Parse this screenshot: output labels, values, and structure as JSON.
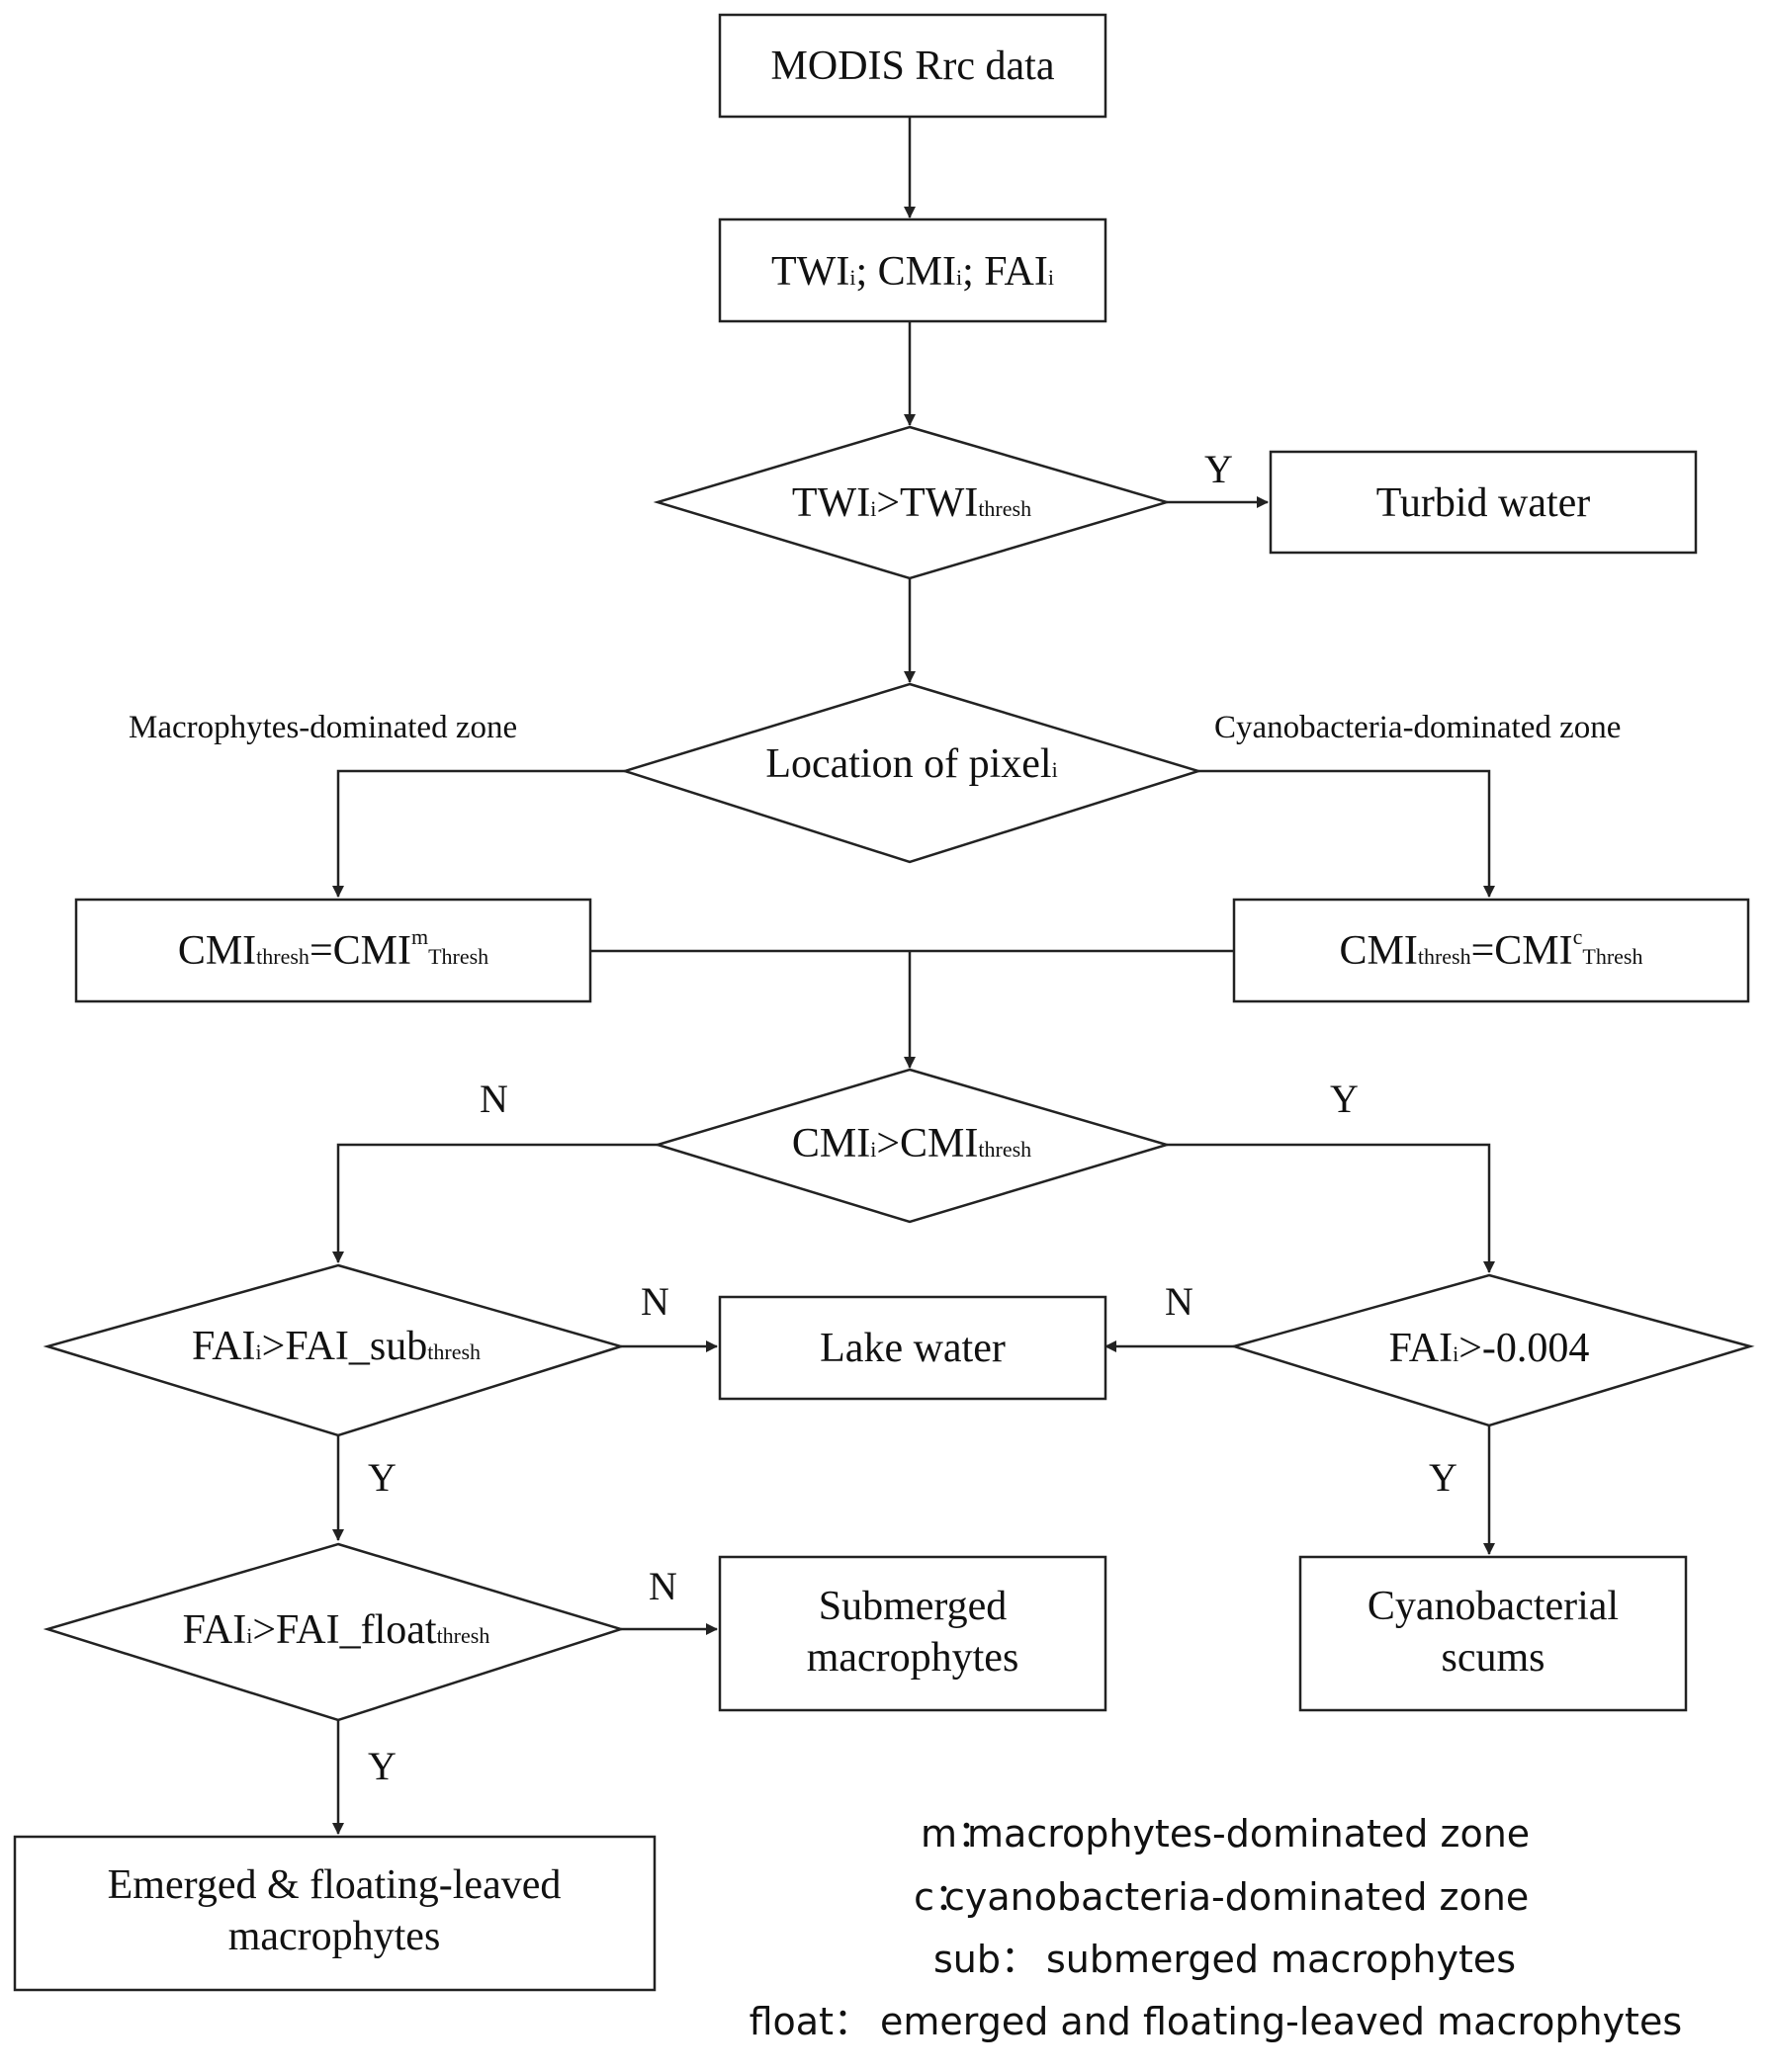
{
  "nodes": {
    "modis": {
      "text": "MODIS Rrc data"
    },
    "indices": {
      "twi": "TWI",
      "twi_sub": "i",
      "cmi": "; CMI",
      "cmi_sub": "i",
      "fai": "; FAI",
      "fai_sub": "i"
    },
    "twi_test": {
      "a": "TWI",
      "a_sub": "i",
      "b": ">TWI",
      "b_sub": "thresh"
    },
    "turbid": {
      "text": "Turbid water"
    },
    "location": {
      "a": "Location of pixel",
      "a_sub": "i"
    },
    "cmi_m": {
      "a": "CMI",
      "a_sub": "thresh",
      "b": "=CMI",
      "b_sup": "m",
      "b_sub": "Thresh"
    },
    "cmi_c": {
      "a": "CMI",
      "a_sub": "thresh",
      "b": "=CMI",
      "b_sup": "c",
      "b_sub": "Thresh"
    },
    "cmi_test": {
      "a": "CMI",
      "a_sub": "i",
      "b": ">CMI",
      "b_sub": "thresh"
    },
    "fai_sub_test": {
      "a": "FAI",
      "a_sub": "i",
      "b": ">FAI_sub",
      "b_sub": "thresh"
    },
    "lake": {
      "text": "Lake water"
    },
    "fai_c_test": {
      "a": "FAI",
      "a_sub": "i",
      "b": ">-0.004"
    },
    "fai_float_test": {
      "a": "FAI",
      "a_sub": "i",
      "b": ">FAI_float",
      "b_sub": "thresh"
    },
    "submerged": {
      "line1": "Submerged",
      "line2": "macrophytes"
    },
    "cyano": {
      "line1": "Cyanobacterial",
      "line2": "scums"
    },
    "emerged": {
      "line1": "Emerged & floating-leaved",
      "line2": "macrophytes"
    }
  },
  "zones": {
    "left": "Macrophytes-dominated zone",
    "right": "Cyanobacteria-dominated zone"
  },
  "branch_labels": {
    "y": "Y",
    "n": "N"
  },
  "legend": [
    {
      "key": "m",
      "sep": "：",
      "text": "macrophytes-dominated zone"
    },
    {
      "key": "c",
      "sep": "：",
      "text": "cyanobacteria-dominated zone"
    },
    {
      "key": "sub",
      "sep": "：",
      "text": "submerged macrophytes"
    },
    {
      "key": "float",
      "sep": "：",
      "text": "emerged and floating-leaved macrophytes"
    }
  ]
}
